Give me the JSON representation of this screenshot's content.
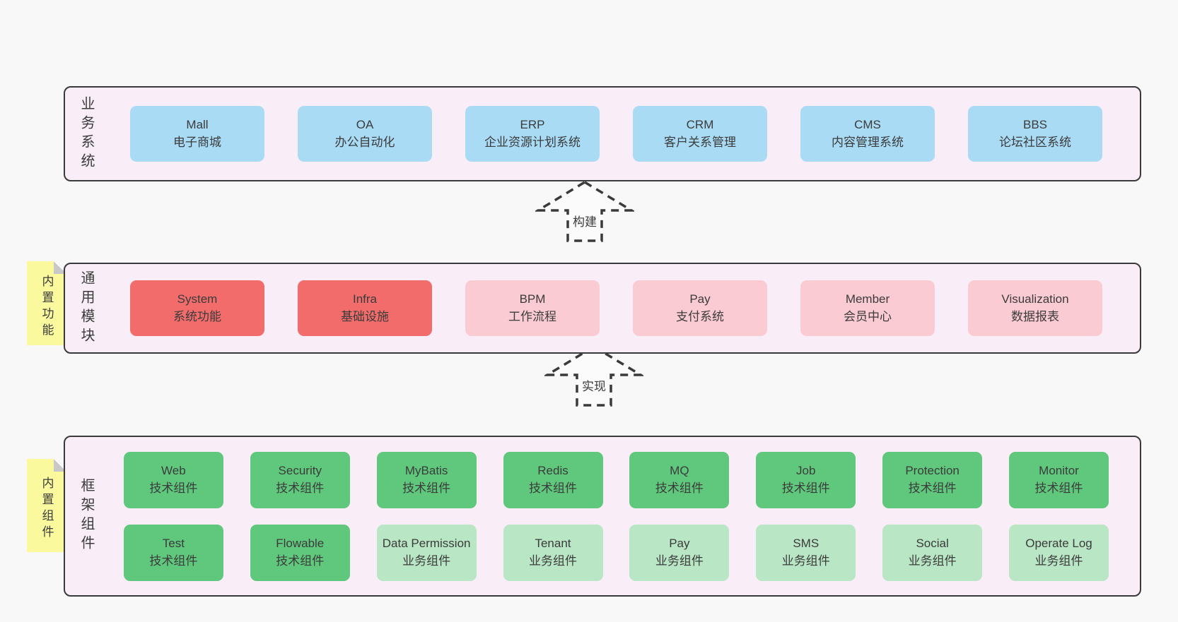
{
  "colors": {
    "page_bg": "#f8f8f8",
    "panel_bg": "#f9eef7",
    "panel_border": "#3a3a3a",
    "blue": "#a9dbf5",
    "red": "#f26c6c",
    "pink": "#fbcbd3",
    "green": "#60c87c",
    "lightgreen": "#b9e6c5",
    "note_yellow": "#fbf99e",
    "text": "#3b3b3b"
  },
  "arrows": [
    {
      "label": "构建"
    },
    {
      "label": "实现"
    }
  ],
  "layers": [
    {
      "label": "业务系统",
      "boxes": [
        {
          "name": "Mall",
          "desc": "电子商城",
          "type": "blue"
        },
        {
          "name": "OA",
          "desc": "办公自动化",
          "type": "blue"
        },
        {
          "name": "ERP",
          "desc": "企业资源计划系统",
          "type": "blue"
        },
        {
          "name": "CRM",
          "desc": "客户关系管理",
          "type": "blue"
        },
        {
          "name": "CMS",
          "desc": "内容管理系统",
          "type": "blue"
        },
        {
          "name": "BBS",
          "desc": "论坛社区系统",
          "type": "blue"
        }
      ]
    },
    {
      "label": "通用模块",
      "note": "内置功能",
      "boxes": [
        {
          "name": "System",
          "desc": "系统功能",
          "type": "red"
        },
        {
          "name": "Infra",
          "desc": "基础设施",
          "type": "red"
        },
        {
          "name": "BPM",
          "desc": "工作流程",
          "type": "pink"
        },
        {
          "name": "Pay",
          "desc": "支付系统",
          "type": "pink"
        },
        {
          "name": "Member",
          "desc": "会员中心",
          "type": "pink"
        },
        {
          "name": "Visualization",
          "desc": "数据报表",
          "type": "pink"
        }
      ]
    },
    {
      "label": "框架组件",
      "note": "内置组件",
      "boxes": [
        {
          "name": "Web",
          "desc": "技术组件",
          "type": "green"
        },
        {
          "name": "Security",
          "desc": "技术组件",
          "type": "green"
        },
        {
          "name": "MyBatis",
          "desc": "技术组件",
          "type": "green"
        },
        {
          "name": "Redis",
          "desc": "技术组件",
          "type": "green"
        },
        {
          "name": "MQ",
          "desc": "技术组件",
          "type": "green"
        },
        {
          "name": "Job",
          "desc": "技术组件",
          "type": "green"
        },
        {
          "name": "Protection",
          "desc": "技术组件",
          "type": "green"
        },
        {
          "name": "Monitor",
          "desc": "技术组件",
          "type": "green"
        },
        {
          "name": "Test",
          "desc": "技术组件",
          "type": "green"
        },
        {
          "name": "Flowable",
          "desc": "技术组件",
          "type": "green"
        },
        {
          "name": "Data Permission",
          "desc": "业务组件",
          "type": "lightgreen"
        },
        {
          "name": "Tenant",
          "desc": "业务组件",
          "type": "lightgreen"
        },
        {
          "name": "Pay",
          "desc": "业务组件",
          "type": "lightgreen"
        },
        {
          "name": "SMS",
          "desc": "业务组件",
          "type": "lightgreen"
        },
        {
          "name": "Social",
          "desc": "业务组件",
          "type": "lightgreen"
        },
        {
          "name": "Operate Log",
          "desc": "业务组件",
          "type": "lightgreen"
        }
      ]
    }
  ]
}
